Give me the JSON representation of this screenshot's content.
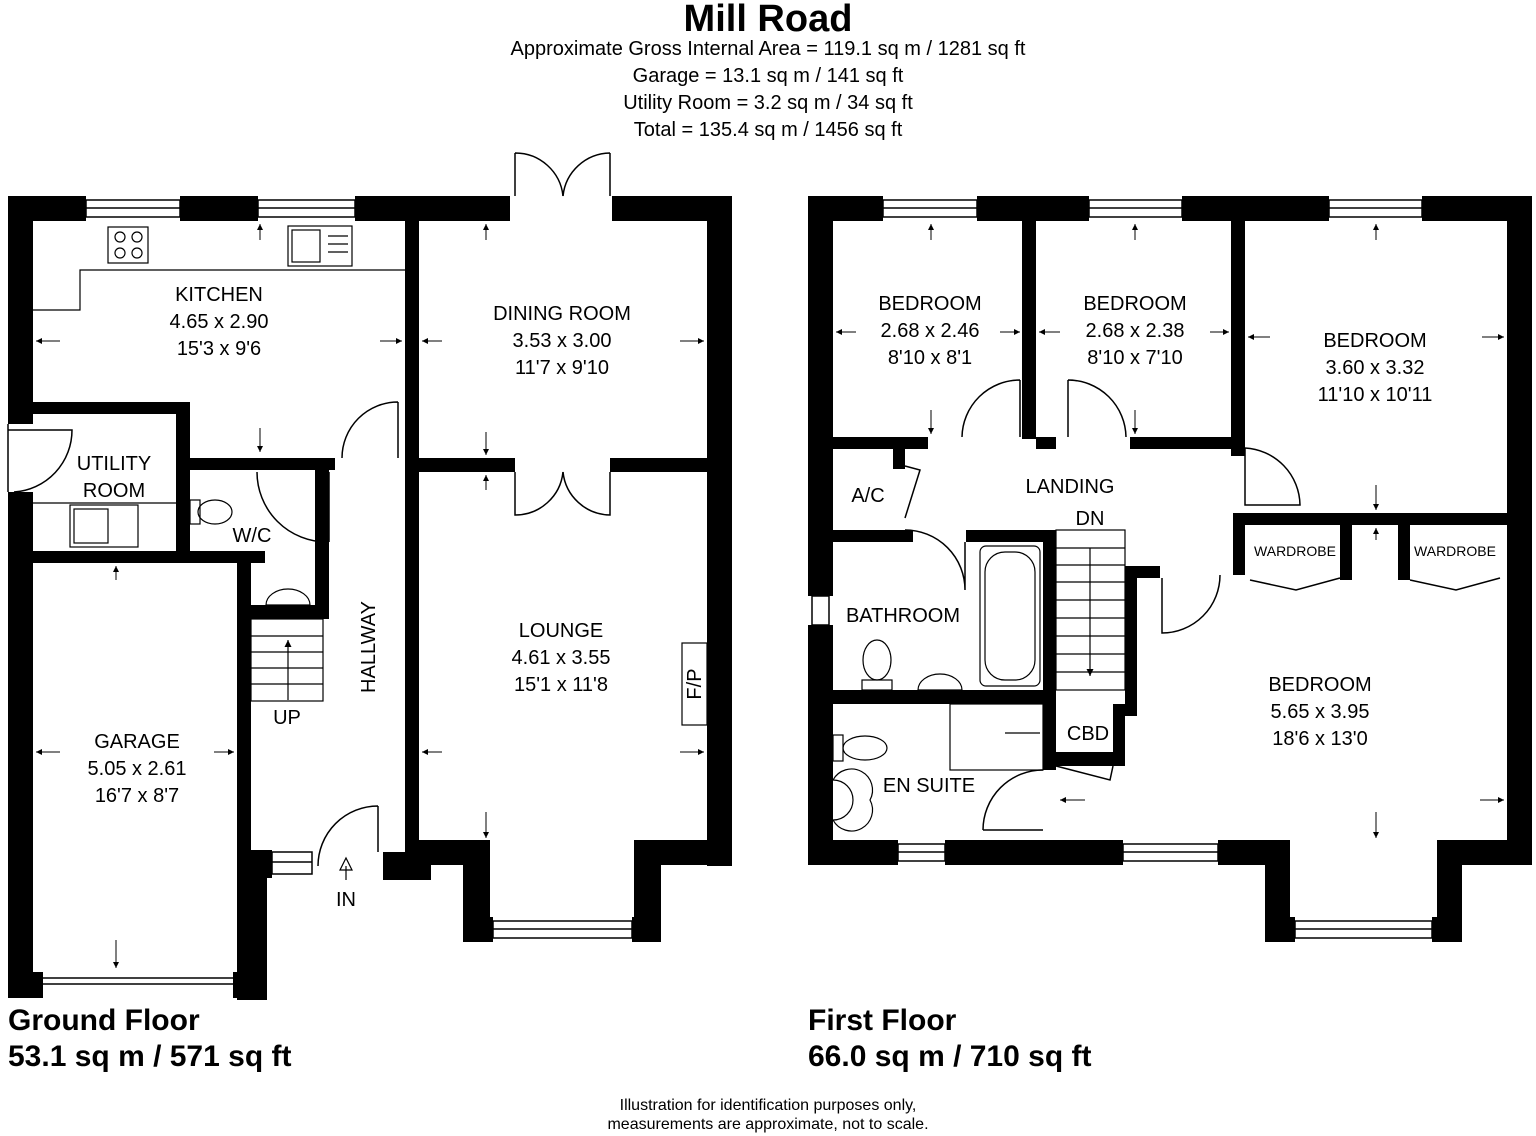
{
  "header": {
    "title": "Mill Road",
    "area_lines": [
      "Approximate Gross Internal Area =  119.1 sq m / 1281 sq ft",
      "Garage = 13.1 sq m / 141 sq ft",
      "Utility Room = 3.2 sq m / 34 sq ft",
      "Total = 135.4 sq m / 1456 sq ft"
    ]
  },
  "ground_floor": {
    "name": "Ground Floor",
    "area": "53.1 sq m / 571 sq ft",
    "rooms": {
      "kitchen": {
        "name": "KITCHEN",
        "metric": "4.65 x 2.90",
        "imperial": "15'3 x 9'6"
      },
      "dining": {
        "name": "DINING ROOM",
        "metric": "3.53 x 3.00",
        "imperial": "11'7 x 9'10"
      },
      "utility": {
        "name1": "UTILITY",
        "name2": "ROOM"
      },
      "wc": {
        "name": "W/C"
      },
      "hallway": {
        "name": "HALLWAY"
      },
      "lounge": {
        "name": "LOUNGE",
        "metric": "4.61 x 3.55",
        "imperial": "15'1 x 11'8"
      },
      "garage": {
        "name": "GARAGE",
        "metric": "5.05 x 2.61",
        "imperial": "16'7 x 8'7"
      }
    },
    "labels": {
      "up": "UP",
      "in": "IN",
      "fp": "F/P"
    }
  },
  "first_floor": {
    "name": "First Floor",
    "area": "66.0 sq m / 710 sq ft",
    "rooms": {
      "bed1": {
        "name": "BEDROOM",
        "metric": "2.68 x 2.46",
        "imperial": "8'10 x 8'1"
      },
      "bed2": {
        "name": "BEDROOM",
        "metric": "2.68 x 2.38",
        "imperial": "8'10 x 7'10"
      },
      "bed3": {
        "name": "BEDROOM",
        "metric": "3.60 x 3.32",
        "imperial": "11'10 x 10'11"
      },
      "ac": {
        "name": "A/C"
      },
      "landing": {
        "name": "LANDING"
      },
      "bathroom": {
        "name": "BATHROOM"
      },
      "ensuite": {
        "name": "EN SUITE"
      },
      "cbd": {
        "name": "CBD"
      },
      "master": {
        "name": "BEDROOM",
        "metric": "5.65 x 3.95",
        "imperial": "18'6 x 13'0"
      }
    },
    "labels": {
      "dn": "DN",
      "wardrobe_left": "WARDROBE",
      "wardrobe_right": "WARDROBE"
    }
  },
  "footer": {
    "disclaimer_line1": "Illustration for identification purposes only,",
    "disclaimer_line2": "measurements are approximate, not to scale."
  }
}
